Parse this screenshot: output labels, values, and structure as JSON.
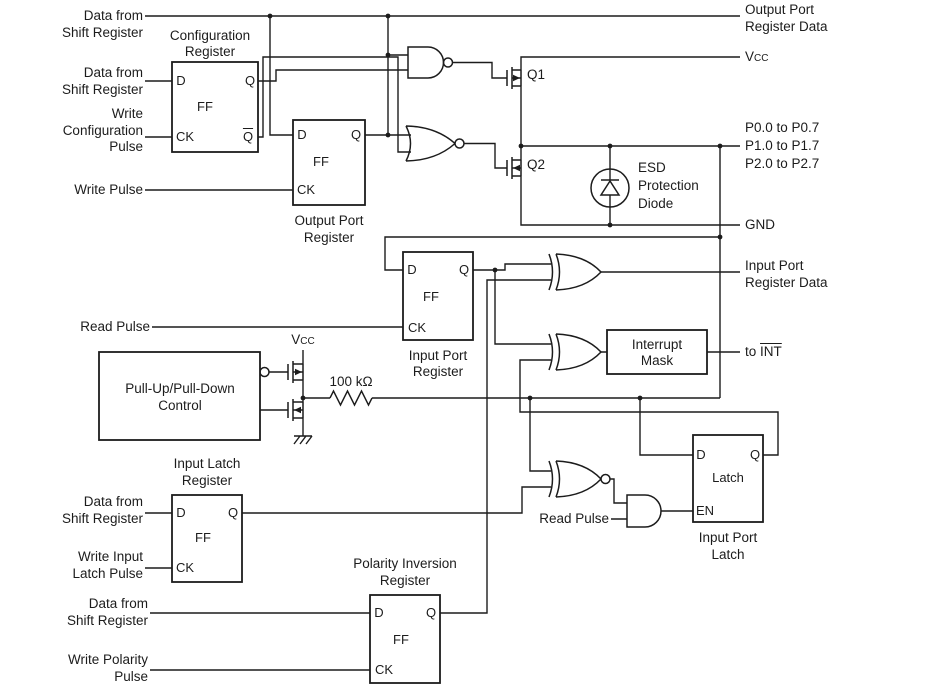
{
  "colors": {
    "line": "#1c1c1c",
    "background": "#ffffff"
  },
  "labels": {
    "left": {
      "data_shift_top": [
        "Data from",
        "Shift Register"
      ],
      "data_shift_config": [
        "Data from",
        "Shift Register"
      ],
      "write_config": [
        "Write",
        "Configuration",
        "Pulse"
      ],
      "write_pulse": "Write Pulse",
      "read_pulse": "Read Pulse",
      "data_shift_latch": [
        "Data from",
        "Shift Register"
      ],
      "write_input_latch": [
        "Write Input",
        "Latch Pulse"
      ],
      "data_shift_polarity": [
        "Data from",
        "Shift Register"
      ],
      "write_polarity": [
        "Write Polarity",
        "Pulse"
      ]
    },
    "right": {
      "output_port_register_data": [
        "Output Port",
        "Register Data"
      ],
      "vcc_base": "V",
      "vcc_sub": "CC",
      "port_range": [
        "P0.0 to P0.7",
        "P1.0 to P1.7",
        "P2.0 to P2.7"
      ],
      "gnd": "GND",
      "input_port_register_data": [
        "Input Port",
        "Register Data"
      ],
      "to_int_prefix": "to",
      "to_int": "INT"
    }
  },
  "blocks": {
    "configuration_register": {
      "title": [
        "Configuration",
        "Register"
      ],
      "body": "FF",
      "pin_d": "D",
      "pin_q": "Q",
      "pin_ck": "CK",
      "pin_qbar": "Q"
    },
    "output_port_register": {
      "caption": [
        "Output Port",
        "Register"
      ],
      "body": "FF",
      "pin_d": "D",
      "pin_q": "Q",
      "pin_ck": "CK"
    },
    "input_port_register": {
      "caption": [
        "Input Port",
        "Register"
      ],
      "body": "FF",
      "pin_d": "D",
      "pin_q": "Q",
      "pin_ck": "CK"
    },
    "pull_control": {
      "label": [
        "Pull-Up/Pull-Down",
        "Control"
      ]
    },
    "input_latch_register": {
      "title": [
        "Input Latch",
        "Register"
      ],
      "body": "FF",
      "pin_d": "D",
      "pin_q": "Q",
      "pin_ck": "CK"
    },
    "polarity_inversion_register": {
      "title": [
        "Polarity Inversion",
        "Register"
      ],
      "body": "FF",
      "pin_d": "D",
      "pin_q": "Q",
      "pin_ck": "CK"
    },
    "interrupt_mask": {
      "label": [
        "Interrupt",
        "Mask"
      ]
    },
    "input_port_latch": {
      "body": "Latch",
      "caption": [
        "Input Port",
        "Latch"
      ],
      "pin_d": "D",
      "pin_q": "Q",
      "pin_en": "EN"
    }
  },
  "annotations": {
    "q1": "Q1",
    "q2": "Q2",
    "esd": [
      "ESD",
      "Protection",
      "Diode"
    ],
    "resistor_value": "100 kΩ",
    "vcc_pull_base": "V",
    "vcc_pull_sub": "CC",
    "read_pulse_gate": "Read Pulse"
  }
}
